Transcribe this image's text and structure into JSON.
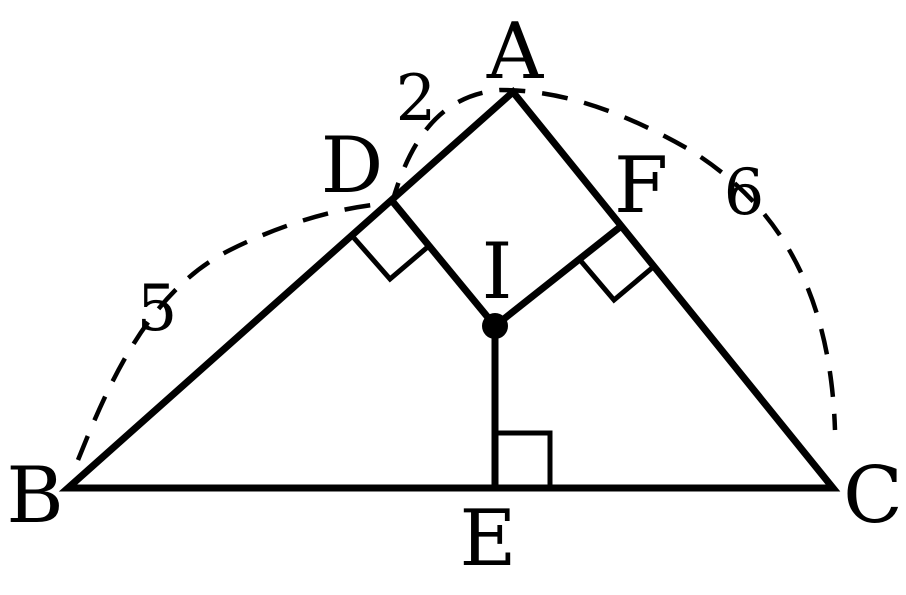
{
  "points": {
    "A": "A",
    "B": "B",
    "C": "C",
    "D": "D",
    "E": "E",
    "F": "F",
    "I": "I"
  },
  "arc_labels": {
    "AD": "2",
    "BD": "5",
    "FC": "6"
  },
  "colors": {
    "stroke": "#000000",
    "background": "#ffffff"
  }
}
